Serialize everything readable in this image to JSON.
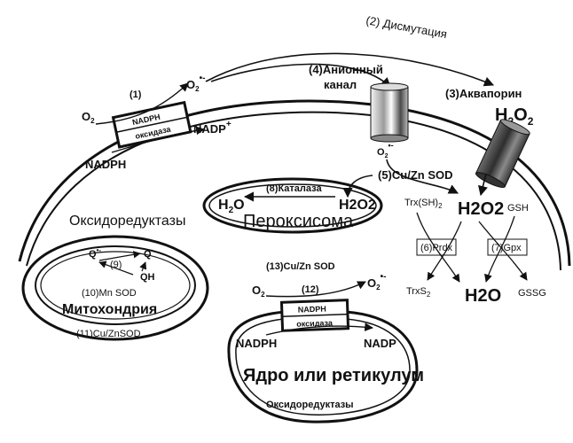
{
  "labels": {
    "dismutation": "(2) Дисмутация",
    "anion_channel_1": "(4)Анионный",
    "anion_channel_2": "канал",
    "aquaporin": "(3)Аквапорин",
    "nadph_oxidase_num": "(1)",
    "nadph_oxidase_top": "NADPH",
    "nadph_oxidase_bottom": "оксидаза",
    "o2_left": "O",
    "o2_sub": "2",
    "nadph_left": "NADPH",
    "nadp_plus": "NADP",
    "plus": "+",
    "superoxide_top": "O",
    "superoxide_sub": "2",
    "superoxide_dot": "•-",
    "h2o2_top_h": "H",
    "h2o2_top_2a": "2",
    "h2o2_top_o": "O",
    "h2o2_top_2b": "2",
    "cuzn_sod_5": "(5)Cu/Zn SOD",
    "catalase": "(8)Каталаза",
    "h2o_perox_h": "H",
    "h2o_perox_2": "2",
    "h2o_perox_o": "O",
    "h2o2_perox": "H2O2",
    "peroxisome": "Пероксисома",
    "oxidoreductases_top": "Оксидоредуктазы",
    "trx_sh": "Trx(SH)",
    "trx_sh_sub": "2",
    "h2o2_center": "H2O2",
    "gsh": "GSH",
    "prdx": "(6)Prdx",
    "gpx": "(7)Gpx",
    "trxs2": "TrxS",
    "trxs2_sub": "2",
    "h2o_center": "H2O",
    "gssg": "GSSG",
    "mito_q_dot": "Q",
    "mito_q": "Q",
    "mito_qh": "QH",
    "mito_9": "(9)",
    "mito_mn_sod": "(10)Mn SOD",
    "mitochondria": "Митохондрия",
    "mito_cuzn": "(11)Cu/ZnSOD",
    "cuzn_sod_13": "(13)Cu/Zn SOD",
    "nox_num_12": "(12)",
    "nox2_top": "NADPH",
    "nox2_bottom": "оксидаза",
    "o2_nuc": "O",
    "o2_nuc_sub": "2",
    "superoxide_nuc": "O",
    "superoxide_nuc_sub": "2",
    "superoxide_nuc_dot": "•-",
    "nadph_nuc": "NADPH",
    "nadp_nuc": "NADP",
    "nucleus": "Ядро или ретикулум",
    "oxidoreductases_bottom": "Оксидоредуктазы"
  },
  "colors": {
    "stroke": "#111111",
    "channel_light": "#e8e8e8",
    "channel_dark": "#555555",
    "aquaporin_dark": "#3a3a3a",
    "aquaporin_light": "#b0b0b0"
  }
}
